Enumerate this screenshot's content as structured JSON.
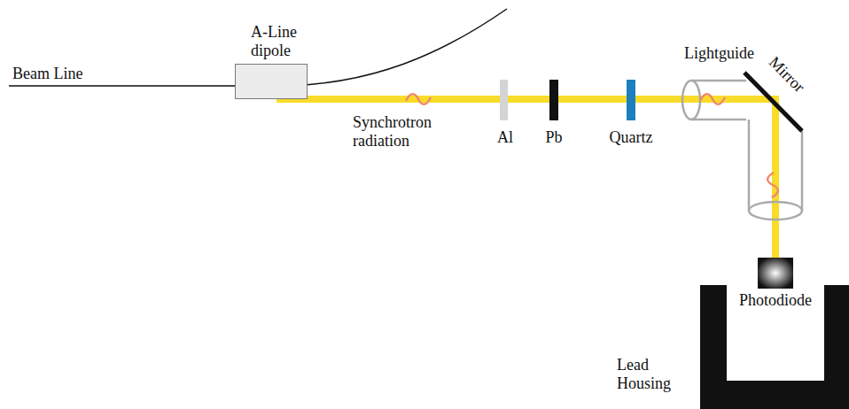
{
  "diagram": {
    "nodes": [
      {
        "text": [
          "A-Line dipole"
        ]
      }
    ],
    "labels": [
      "Beam Line",
      "Synchrotron radiation",
      "Al",
      "Pb",
      "Quartz",
      "Lightguide",
      "Mirror",
      "Photodiode",
      "Lead Housing"
    ]
  }
}
